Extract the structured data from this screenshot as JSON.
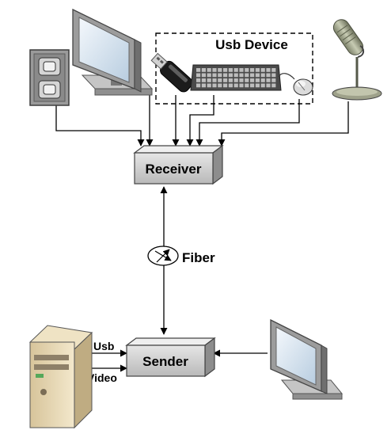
{
  "usb_device_group": {
    "label": "Usb Device"
  },
  "receiver": {
    "label": "Receiver"
  },
  "sender": {
    "label": "Sender"
  },
  "fiber": {
    "label": "Fiber"
  },
  "sender_inputs": {
    "usb_label": "Usb",
    "video_label": "Video"
  }
}
